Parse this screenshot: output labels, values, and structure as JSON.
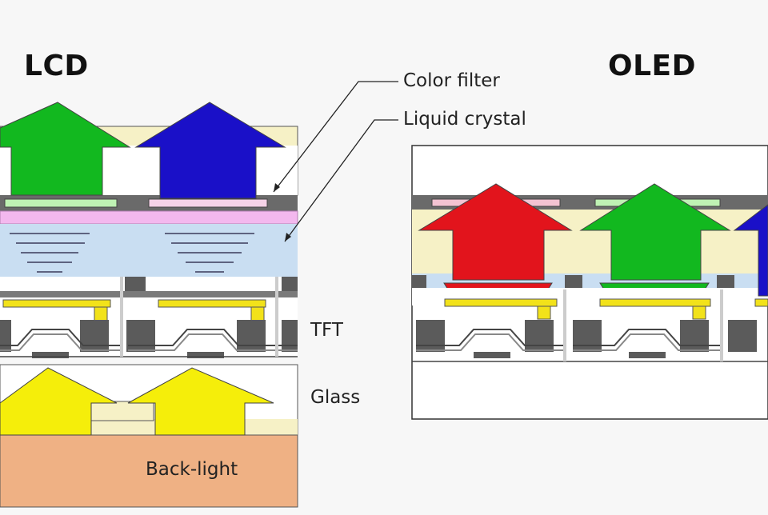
{
  "titles": {
    "lcd": "LCD",
    "oled": "OLED"
  },
  "labels": {
    "color_filter": "Color filter",
    "liquid_crystal": "Liquid crystal",
    "tft": "TFT",
    "glass": "Glass",
    "backlight": "Back-light"
  },
  "colors": {
    "green_light": "#12b81f",
    "blue_light": "#1a10c8",
    "red_light": "#e2141c",
    "backlight_arrow": "#f5ee0a",
    "liquid_crystal": "#c9def2",
    "polarizer": "#f3b8ee",
    "backlight": "#efb184",
    "gate_metal": "#5b5b5b",
    "electrode": "#f2e21a",
    "substrate_cream": "#f6f1c6"
  }
}
